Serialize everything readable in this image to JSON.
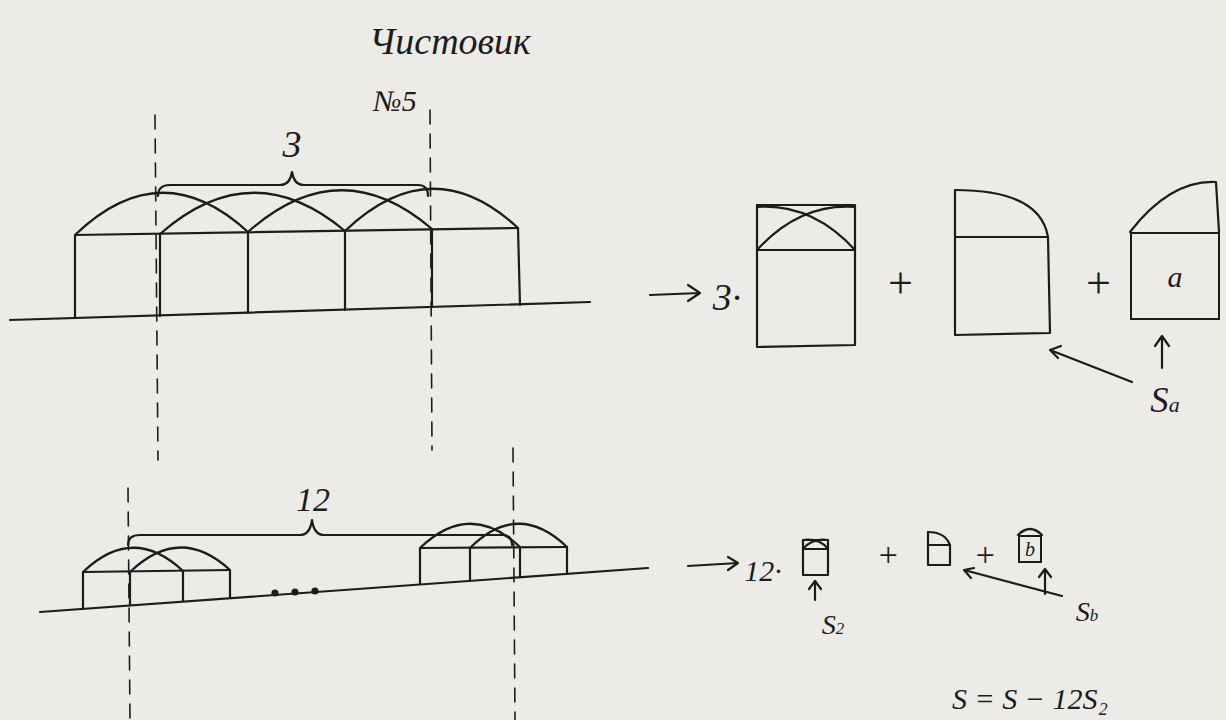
{
  "diagram": {
    "title": "Чистовик",
    "nodes": [
      {
        "text": [
          "a"
        ]
      },
      {
        "text": [
          "b"
        ]
      }
    ],
    "labels": [
      "№5",
      "3",
      "3·",
      "+",
      "+",
      "Sa",
      "12",
      "12·",
      "S2",
      "+",
      "+",
      "Sb",
      "S = S − 12S₂"
    ]
  }
}
